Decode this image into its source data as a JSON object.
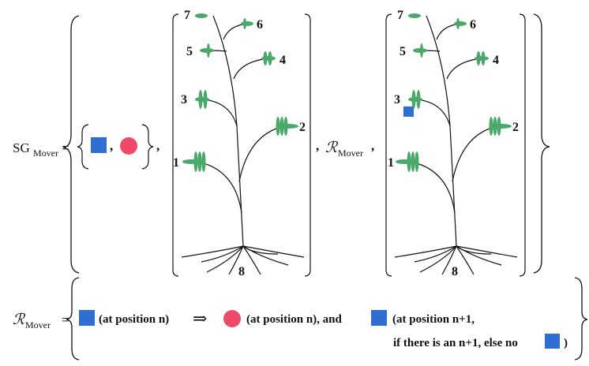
{
  "lhs": {
    "sg": "SG",
    "sub": "Mover",
    "eq": "="
  },
  "commas": {
    "c1": ",",
    "c2": ",",
    "c3": ",",
    "c4": ",",
    "c5": ","
  },
  "r_symbol": "ℛ",
  "r_sub": "Mover",
  "plant1": {
    "labels": [
      "1",
      "2",
      "3",
      "4",
      "5",
      "6",
      "7"
    ],
    "root_label": "8"
  },
  "plant2": {
    "labels": [
      "1",
      "2",
      "3",
      "4",
      "5",
      "6",
      "7"
    ],
    "root_label": "8"
  },
  "rule": {
    "eq": "=",
    "text1": "(at position  n)",
    "arrow": "⇒",
    "text2": "(at position  n), and",
    "text3": "(at position  n+1,",
    "text4": "if there is an n+1, else no",
    "close_paren": ")"
  },
  "colors": {
    "square": "#2f6fd1",
    "circle": "#f04a6a",
    "leaf": "#4aa86a",
    "stem": "#111111"
  }
}
